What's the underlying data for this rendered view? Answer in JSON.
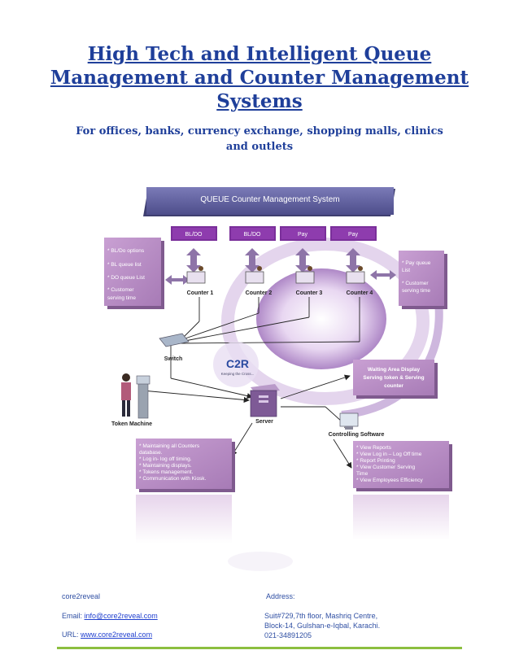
{
  "header": {
    "title": "High Tech and Intelligent Queue Management and Counter Management Systems",
    "subtitle": "For offices, banks, currency exchange, shopping malls, clinics and outlets"
  },
  "diagram": {
    "banner": "QUEUE  Counter Management System",
    "service_tabs": [
      "BL/DO",
      "BL/DO",
      "Pay",
      "Pay"
    ],
    "counters": [
      "Counter 1",
      "Counter 2",
      "Counter 3",
      "Counter 4"
    ],
    "left_note": [
      "* BL/Do options",
      "* BL queue list",
      "* DO queue List",
      "* Customer",
      "serving time"
    ],
    "right_note": [
      "* Pay queue",
      "List",
      "* Customer",
      "serving time"
    ],
    "switch_label": "Switch",
    "logo_text": "C2R",
    "logo_tagline": "Keeping the Cross...",
    "waiting_display": [
      "Waiting Area Display",
      "Serving token & Serving",
      "counter"
    ],
    "token_machine_label": "Token Machine",
    "server_label": "Server",
    "controlling_software_label": "Controlling Software",
    "server_functions": [
      "* Maintaining all Counters",
      "database.",
      "* Log in- log off timing.",
      "* Maintaining displays.",
      "* Tokens management.",
      "* Communication with Kiosk."
    ],
    "software_functions": [
      "* View Reports",
      "* View Log in – Log Off time",
      "* Report Printing",
      "* View Customer Serving",
      "Time",
      "* View Employees Efficiency"
    ],
    "colors": {
      "banner": "#5e5e9e",
      "panel": "#b98cc4",
      "tab": "#7a2f9a",
      "arrow": "#8e74a8"
    }
  },
  "footer": {
    "company": "core2reveal",
    "email_label": "Email:",
    "email": "info@core2reveal.com",
    "url_label": "URL:",
    "url": "www.core2reveal.com",
    "address_label": "Address:",
    "address_line1": "Suit#729,7th floor, Mashriq Centre,",
    "address_line2": "Block-14, Gulshan-e-Iqbal, Karachi.",
    "phone": "021-34891205"
  }
}
